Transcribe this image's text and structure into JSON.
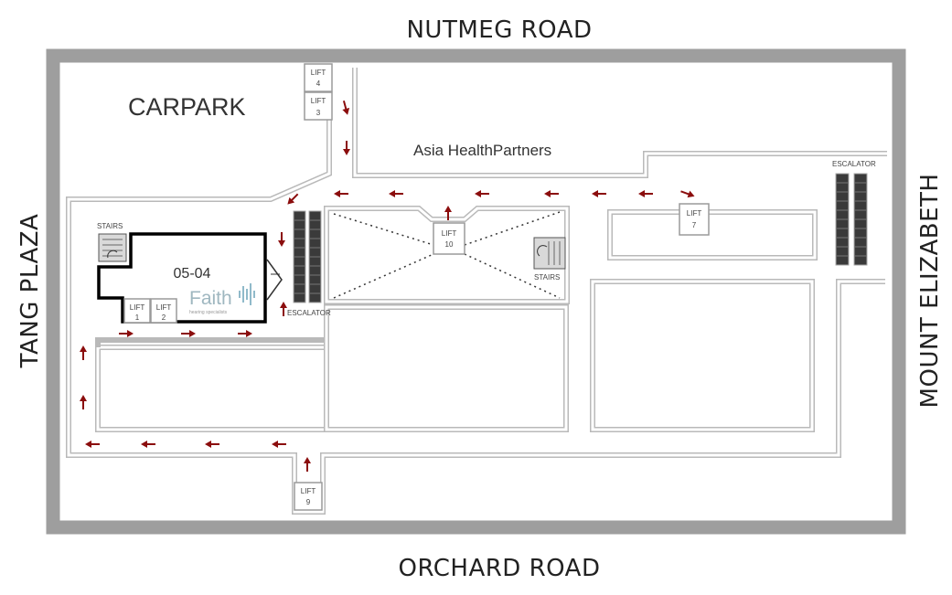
{
  "roads": {
    "north": "NUTMEG ROAD",
    "south": "ORCHARD ROAD",
    "west": "TANG PLAZA",
    "east": "MOUNT ELIZABETH"
  },
  "areas": {
    "carpark": "CARPARK",
    "tenant": "Asia HealthPartners",
    "unit": "05-04",
    "unit_logo": "Faith",
    "unit_logo_tagline": "hearing specialists"
  },
  "lifts": [
    {
      "label": "LIFT",
      "number": "4"
    },
    {
      "label": "LIFT",
      "number": "3"
    },
    {
      "label": "LIFT",
      "number": "10"
    },
    {
      "label": "LIFT",
      "number": "7"
    },
    {
      "label": "LIFT",
      "number": "1"
    },
    {
      "label": "LIFT",
      "number": "2"
    },
    {
      "label": "LIFT",
      "number": "9"
    }
  ],
  "facilities": {
    "stairs_left": "STAIRS",
    "stairs_center": "STAIRS",
    "escalator_center": "ESCALATOR",
    "escalator_right": "ESCALATOR"
  },
  "colors": {
    "arrow": "#8b0d0d",
    "border": "#9e9e9e",
    "corridor": "#b9b9b9",
    "unit_outline": "#000000",
    "logo": "#6aa3b8"
  }
}
